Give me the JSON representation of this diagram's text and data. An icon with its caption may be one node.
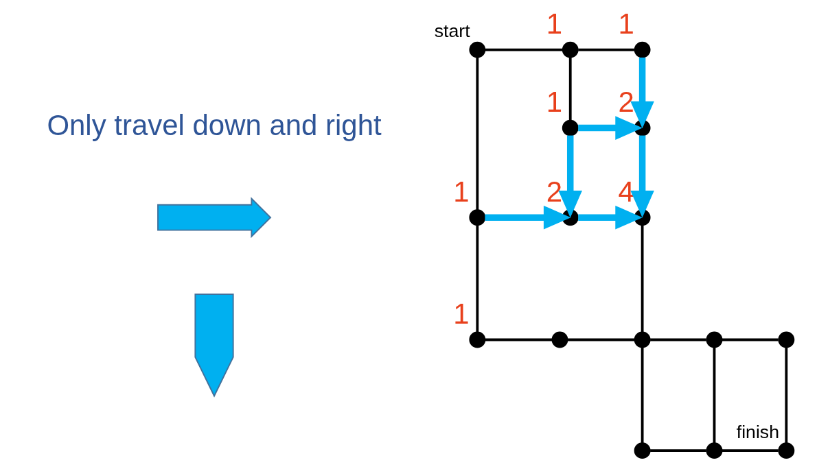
{
  "diagram": {
    "nodes": [
      {
        "text": [],
        "shape": "circle",
        "beside": [
          "start"
        ]
      },
      {
        "text": [],
        "shape": "circle",
        "beside": [
          "1"
        ]
      },
      {
        "text": [],
        "shape": "circle",
        "beside": [
          "1"
        ]
      },
      {
        "text": [],
        "shape": "circle",
        "beside": [
          "1"
        ]
      },
      {
        "text": [],
        "shape": "circle",
        "beside": [
          "2"
        ]
      },
      {
        "text": [],
        "shape": "circle",
        "beside": [
          "1"
        ]
      },
      {
        "text": [],
        "shape": "circle",
        "beside": [
          "2"
        ]
      },
      {
        "text": [],
        "shape": "circle",
        "beside": [
          "4"
        ]
      },
      {
        "text": [],
        "shape": "circle",
        "beside": [
          "1"
        ]
      },
      {
        "text": [],
        "shape": "circle"
      },
      {
        "text": [],
        "shape": "circle"
      },
      {
        "text": [],
        "shape": "circle"
      },
      {
        "text": [],
        "shape": "circle"
      },
      {
        "text": [],
        "shape": "circle"
      },
      {
        "text": [],
        "shape": "circle"
      },
      {
        "text": [],
        "shape": "circle",
        "beside": [
          "finish"
        ]
      },
      {
        "text": [],
        "shape": "arrow"
      },
      {
        "text": [],
        "shape": "arrow"
      }
    ],
    "edges": [
      {
        "from": 0,
        "to": 1,
        "arrow": "none"
      },
      {
        "from": 1,
        "to": 2,
        "arrow": "none"
      },
      {
        "from": 0,
        "to": 5,
        "arrow": "none"
      },
      {
        "from": 1,
        "to": 3,
        "arrow": "none"
      },
      {
        "from": 2,
        "to": 4,
        "arrow": "to",
        "style": "thick",
        "color": "#00b0f0"
      },
      {
        "from": 3,
        "to": 4,
        "arrow": "to",
        "style": "thick",
        "color": "#00b0f0"
      },
      {
        "from": 3,
        "to": 6,
        "arrow": "to",
        "style": "thick",
        "color": "#00b0f0"
      },
      {
        "from": 4,
        "to": 7,
        "arrow": "to",
        "style": "thick",
        "color": "#00b0f0"
      },
      {
        "from": 5,
        "to": 6,
        "arrow": "to",
        "style": "thick",
        "color": "#00b0f0"
      },
      {
        "from": 6,
        "to": 7,
        "arrow": "to",
        "style": "thick",
        "color": "#00b0f0"
      },
      {
        "from": 5,
        "to": 8,
        "arrow": "none"
      },
      {
        "from": 7,
        "to": 10,
        "arrow": "none"
      },
      {
        "from": 8,
        "to": 9,
        "arrow": "none"
      },
      {
        "from": 9,
        "to": 10,
        "arrow": "none"
      },
      {
        "from": 10,
        "to": 11,
        "arrow": "none"
      },
      {
        "from": 11,
        "to": 12,
        "arrow": "none"
      },
      {
        "from": 10,
        "to": 13,
        "arrow": "none"
      },
      {
        "from": 11,
        "to": 14,
        "arrow": "none"
      },
      {
        "from": 12,
        "to": 15,
        "arrow": "none"
      },
      {
        "from": 13,
        "to": 14,
        "arrow": "none"
      },
      {
        "from": 14,
        "to": 15,
        "arrow": "none"
      }
    ],
    "labels": [
      "Only travel down and right"
    ]
  }
}
